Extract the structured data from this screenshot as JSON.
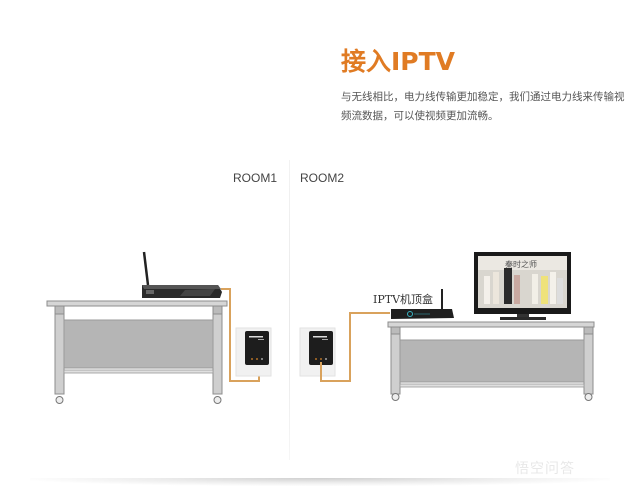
{
  "header": {
    "title": "接入IPTV",
    "description": "与无线相比，电力线传输更加稳定，我们通过电力线来传输视频流数据，可以使视频更加流畅。"
  },
  "rooms": [
    {
      "label": "ROOM1"
    },
    {
      "label": "ROOM2"
    }
  ],
  "devices": {
    "router": "router-icon",
    "powerline_adapter_1": "powerline-adapter-icon",
    "powerline_adapter_2": "powerline-adapter-icon",
    "iptv_box_label": "IPTV机顶盒",
    "tv": "tv-icon"
  },
  "colors": {
    "accent": "#e07b23",
    "cable": "#d9a25c",
    "table": "#b5b5b5",
    "text": "#555555"
  },
  "watermark": "悟空问答"
}
